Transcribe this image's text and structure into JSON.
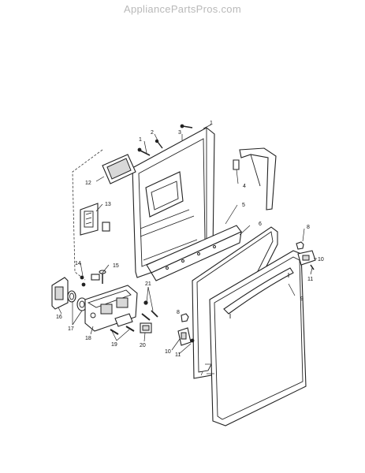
{
  "watermark": "AppliancePartsPros.com",
  "callouts": [
    "1",
    "2",
    "3",
    "4",
    "5",
    "6",
    "7",
    "8",
    "9",
    "10",
    "11",
    "12",
    "13",
    "14",
    "15",
    "16",
    "17",
    "18",
    "19",
    "20",
    "21"
  ]
}
